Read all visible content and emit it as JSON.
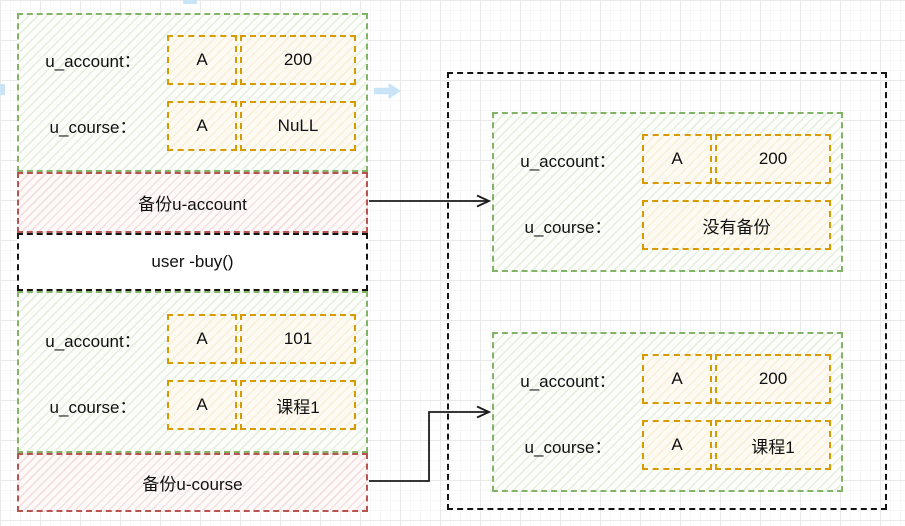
{
  "colors": {
    "green_border": "#82b366",
    "orange_border": "#d79b00",
    "pink_border": "#b85450",
    "dark_border": "#141414",
    "blue_arrow": "#c9e4f7",
    "connector": "#1c1c1c"
  },
  "left": {
    "state_initial": {
      "rows": [
        {
          "label": "u_account：",
          "key": "A",
          "value": "200"
        },
        {
          "label": "u_course：",
          "key": "A",
          "value": "NuLL"
        }
      ]
    },
    "backup_account_label": "备份u-account",
    "method_label": "user -buy()",
    "state_after": {
      "rows": [
        {
          "label": "u_account：",
          "key": "A",
          "value": "101"
        },
        {
          "label": "u_course：",
          "key": "A",
          "value": "课程1"
        }
      ]
    },
    "backup_course_label": "备份u-course"
  },
  "right": {
    "result_account_backup": {
      "rows": [
        {
          "label": "u_account：",
          "key": "A",
          "value": "200"
        },
        {
          "label": "u_course：",
          "value": "没有备份"
        }
      ]
    },
    "result_course_backup": {
      "rows": [
        {
          "label": "u_account：",
          "key": "A",
          "value": "200"
        },
        {
          "label": "u_course：",
          "key": "A",
          "value": "课程1"
        }
      ]
    }
  }
}
